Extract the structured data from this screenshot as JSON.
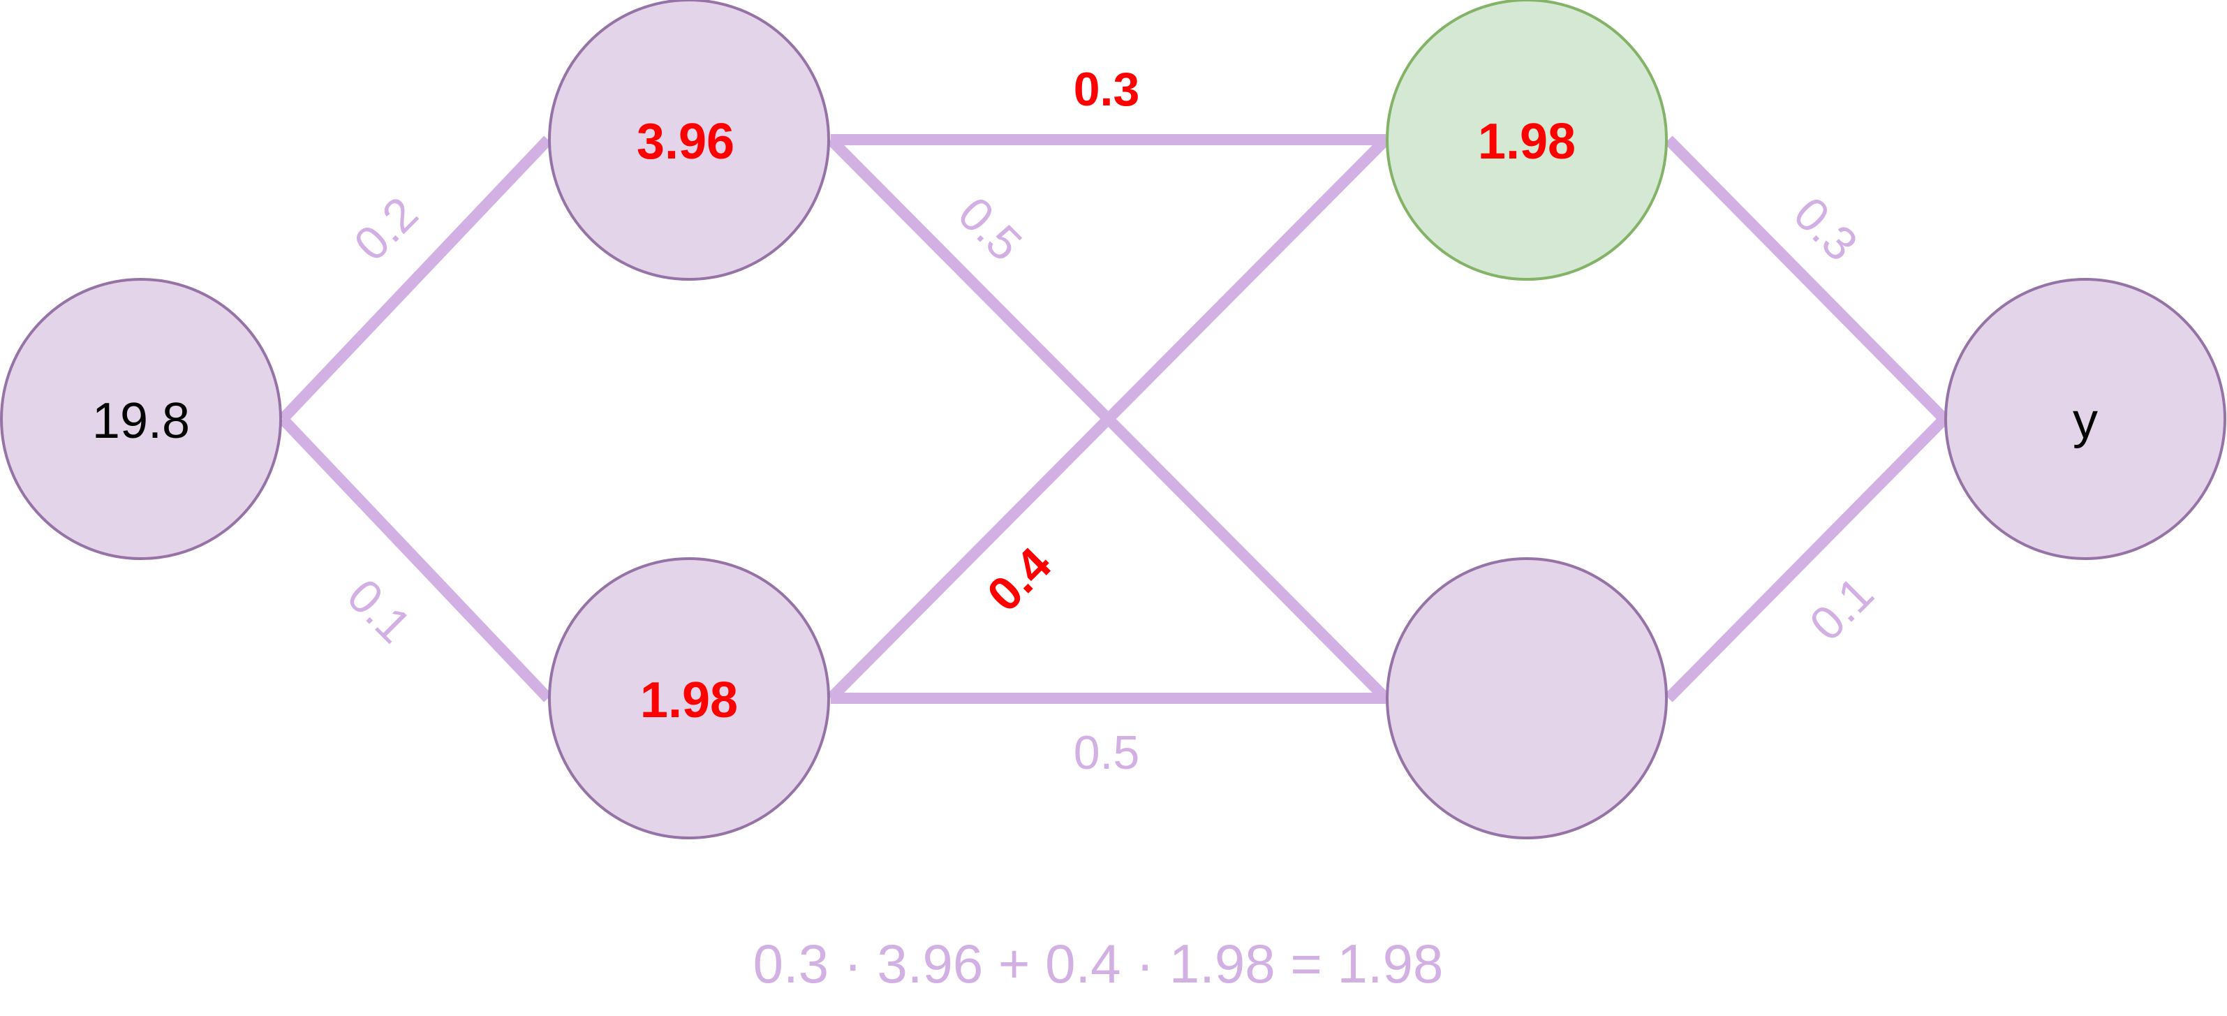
{
  "colors": {
    "edge": "#d2b0e3",
    "node_fill": "#e4d4e9",
    "node_stroke": "#9673a6",
    "highlight_node_fill": "#d5e8d4",
    "highlight_node_stroke": "#82b366",
    "highlight_text": "#ff0000",
    "plain_text": "#000000"
  },
  "nodes": {
    "input": {
      "label": "19.8"
    },
    "hidden1_top": {
      "label": "3.96",
      "highlight": true
    },
    "hidden1_bottom": {
      "label": "1.98",
      "highlight": true
    },
    "hidden2_top": {
      "label": "1.98",
      "highlight": true,
      "active": true
    },
    "hidden2_bottom": {
      "label": ""
    },
    "output": {
      "label": "y"
    }
  },
  "weights": {
    "input_to_h1_top": {
      "label": "0.2"
    },
    "input_to_h1_bottom": {
      "label": "0.1"
    },
    "h1_top_to_h2_top": {
      "label": "0.3",
      "highlight": true
    },
    "h1_top_to_h2_bottom": {
      "label": "0.5"
    },
    "h1_bottom_to_h2_top": {
      "label": "0.4",
      "highlight": true
    },
    "h1_bottom_to_h2_bottom": {
      "label": "0.5"
    },
    "h2_top_to_output": {
      "label": "0.3"
    },
    "h2_bottom_to_output": {
      "label": "0.1"
    }
  },
  "equation": "0.3 · 3.96 + 0.4 · 1.98 = 1.98"
}
